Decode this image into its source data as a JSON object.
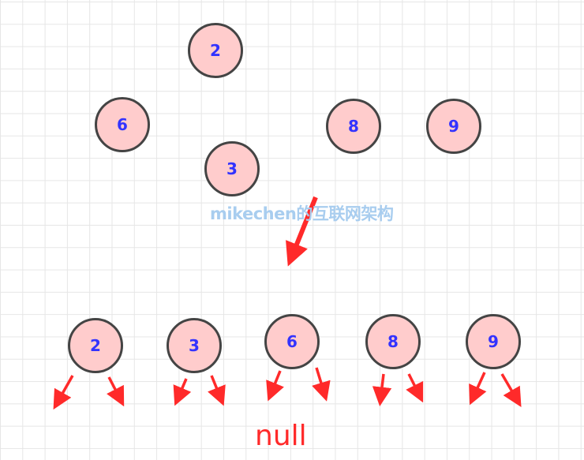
{
  "top_nodes": [
    "2",
    "6",
    "3",
    "8",
    "9"
  ],
  "bottom_nodes": [
    "2",
    "3",
    "6",
    "8",
    "9"
  ],
  "null_label": "null",
  "watermark": "mikechen的互联网架构",
  "colors": {
    "node_fill": "#ffcccc",
    "node_border": "#444444",
    "node_text": "#3333ff",
    "arrow": "#ff2a2a",
    "watermark": "#a8cdef"
  }
}
